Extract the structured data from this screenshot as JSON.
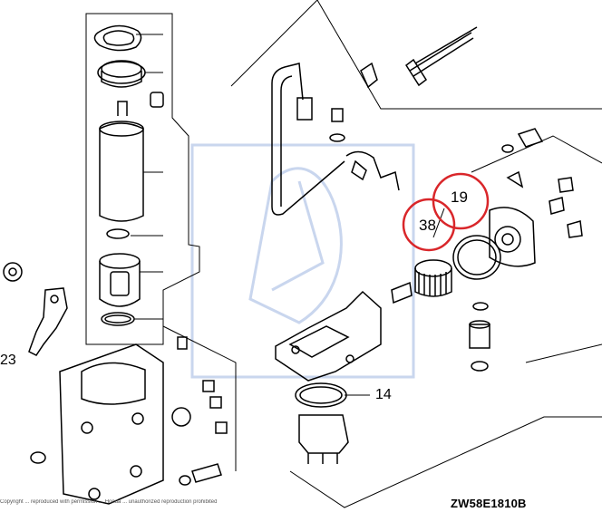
{
  "callouts": {
    "part_19": "19",
    "part_38": "38",
    "part_14": "14",
    "part_23": "23"
  },
  "diagram_code": "ZW58E1810B",
  "fine_print": "Copyright ... reproduced with permission ... Honda ... unauthorized reproduction prohibited",
  "colors": {
    "highlight": "#d9262a",
    "watermark": "#c9d6ee",
    "line": "#000000"
  }
}
